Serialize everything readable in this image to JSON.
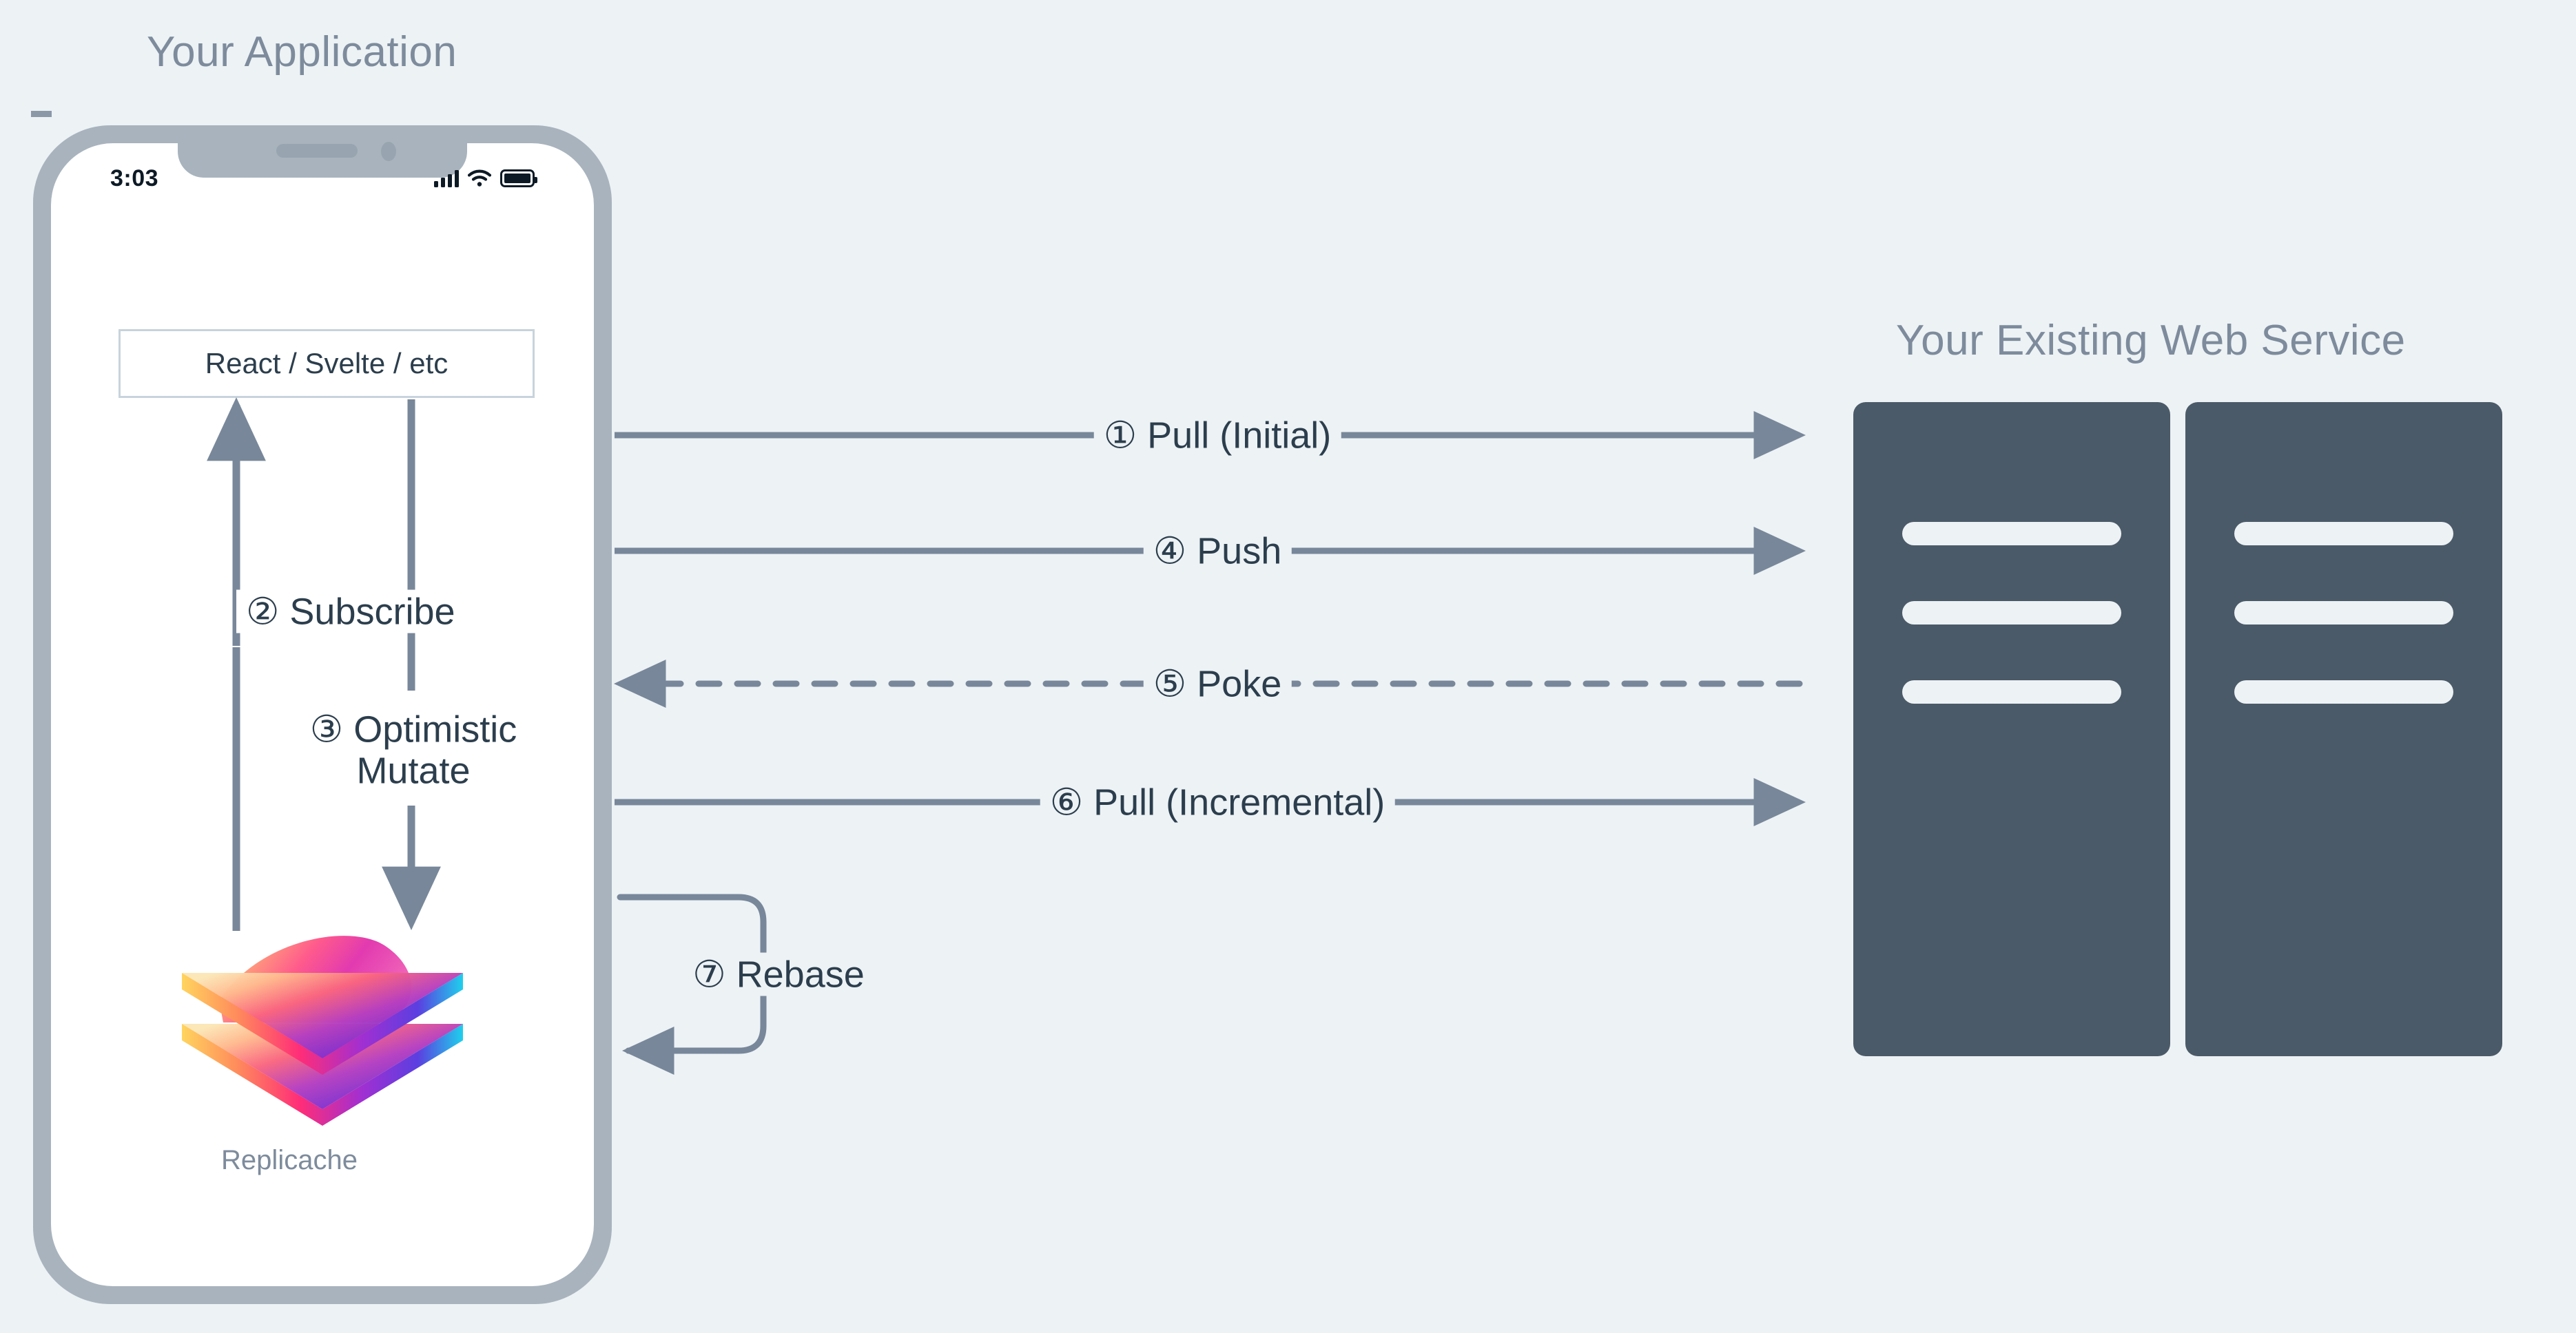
{
  "background_color": "#edf2f5",
  "accent_colors": {
    "title_gray": "#7d8b9c",
    "text_dark": "#2c3e4d",
    "wire_gray": "#78879a",
    "phone_bezel": "#a8b3bd",
    "server_dark": "#4b5a68",
    "box_border": "#c8d3dc"
  },
  "app_panel": {
    "title": "Your Application",
    "phone": {
      "status_bar": {
        "time": "3:03",
        "signal_icon": "cellular-signal-icon",
        "wifi_icon": "wifi-icon",
        "battery_icon": "battery-icon"
      },
      "framework_box": {
        "label": "React / Svelte / etc"
      },
      "datastore": {
        "label": "Replicache",
        "logo_icon": "replicache-layers-logo"
      }
    }
  },
  "service_panel": {
    "title": "Your Existing Web Service",
    "racks": [
      {
        "name": "server-rack-1",
        "slots": 3
      },
      {
        "name": "server-rack-2",
        "slots": 3
      }
    ]
  },
  "flows": [
    {
      "id": 1,
      "marker": "①",
      "label": "① Pull (Initial)",
      "style": "solid",
      "direction": "right",
      "scope": "client-to-server"
    },
    {
      "id": 2,
      "marker": "②",
      "label": "② Subscribe",
      "style": "solid",
      "direction": "up",
      "scope": "in-phone"
    },
    {
      "id": 3,
      "marker": "③",
      "label": "③ Optimistic Mutate",
      "style": "solid",
      "direction": "down",
      "scope": "in-phone"
    },
    {
      "id": 4,
      "marker": "④",
      "label": "④ Push",
      "style": "solid",
      "direction": "right",
      "scope": "client-to-server"
    },
    {
      "id": 5,
      "marker": "⑤",
      "label": "⑤ Poke",
      "style": "dashed",
      "direction": "left",
      "scope": "server-to-client"
    },
    {
      "id": 6,
      "marker": "⑥",
      "label": "⑥ Pull (Incremental)",
      "style": "solid",
      "direction": "right",
      "scope": "client-to-server"
    },
    {
      "id": 7,
      "marker": "⑦",
      "label": "⑦ Rebase",
      "style": "solid",
      "direction": "loop",
      "scope": "client-self"
    }
  ],
  "flow_labels": {
    "pull_initial": "① Pull (Initial)",
    "subscribe": "② Subscribe",
    "optimistic_mutate": "③ Optimistic Mutate",
    "push": "④ Push",
    "poke": "⑤ Poke",
    "pull_incremental": "⑥ Pull (Incremental)",
    "rebase": "⑦ Rebase"
  }
}
